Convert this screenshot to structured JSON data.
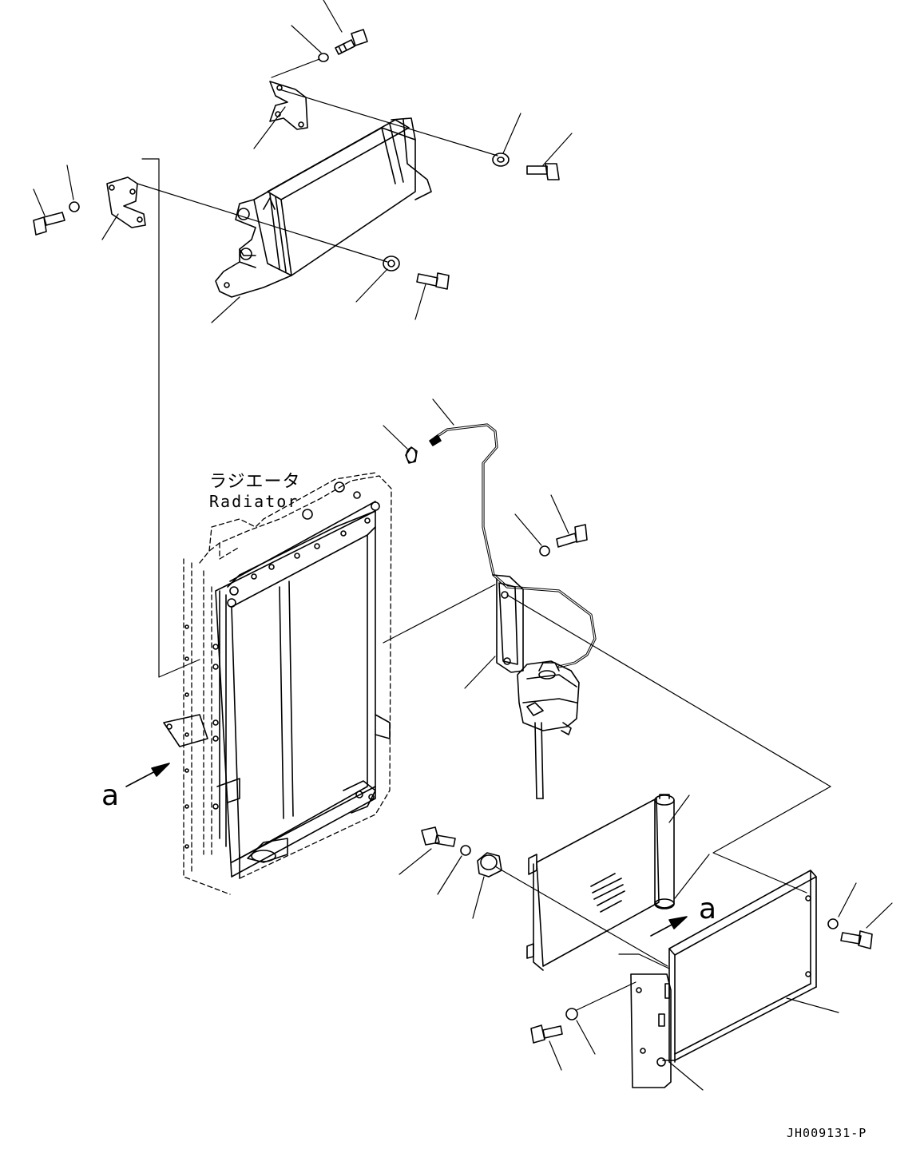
{
  "labels": {
    "radiator_jp": "ラジエータ",
    "radiator_en": "Radiator",
    "view_a_left": "a",
    "view_a_right": "a",
    "document_code": "JH009131-P"
  },
  "colors": {
    "line": "#000000",
    "background": "#ffffff"
  }
}
